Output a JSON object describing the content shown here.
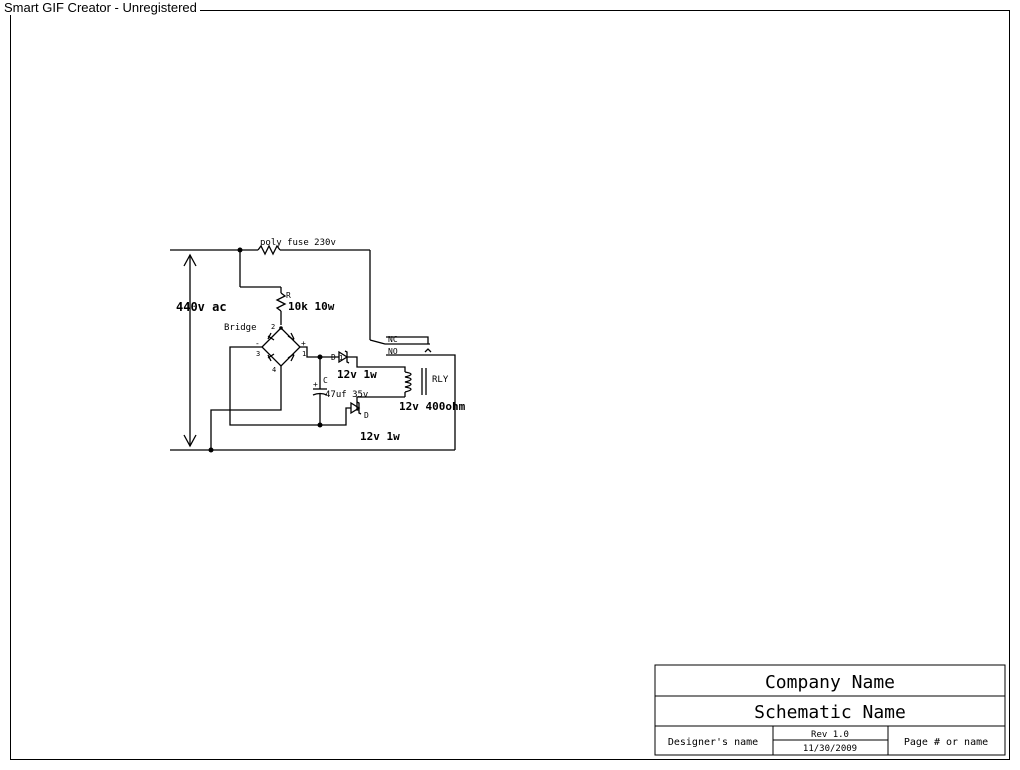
{
  "watermark": "Smart GIF Creator - Unregistered",
  "schematic": {
    "source_label": "440v ac",
    "fuse_label": "poly fuse 230v",
    "resistor_ref": "R",
    "resistor_value": "10k 10w",
    "bridge_label": "Bridge",
    "bridge_pins": [
      "2",
      "3",
      "4",
      "1"
    ],
    "bridge_minus": "-",
    "bridge_plus": "+",
    "cap_ref": "C",
    "cap_plus": "+",
    "cap_value": "47uf 35v",
    "diode1_ref": "D",
    "diode1_pin": "1",
    "diode1_value": "12v 1w",
    "diode2_ref": "D",
    "diode2_value": "12v 1w",
    "relay_ref": "RLY",
    "relay_value": "12v 400ohm",
    "contact_nc": "NC",
    "contact_no": "NO"
  },
  "title_block": {
    "company": "Company Name",
    "schematic_name": "Schematic Name",
    "designer": "Designer's name",
    "rev": "Rev 1.0",
    "date": "11/30/2009",
    "page": "Page # or name"
  }
}
